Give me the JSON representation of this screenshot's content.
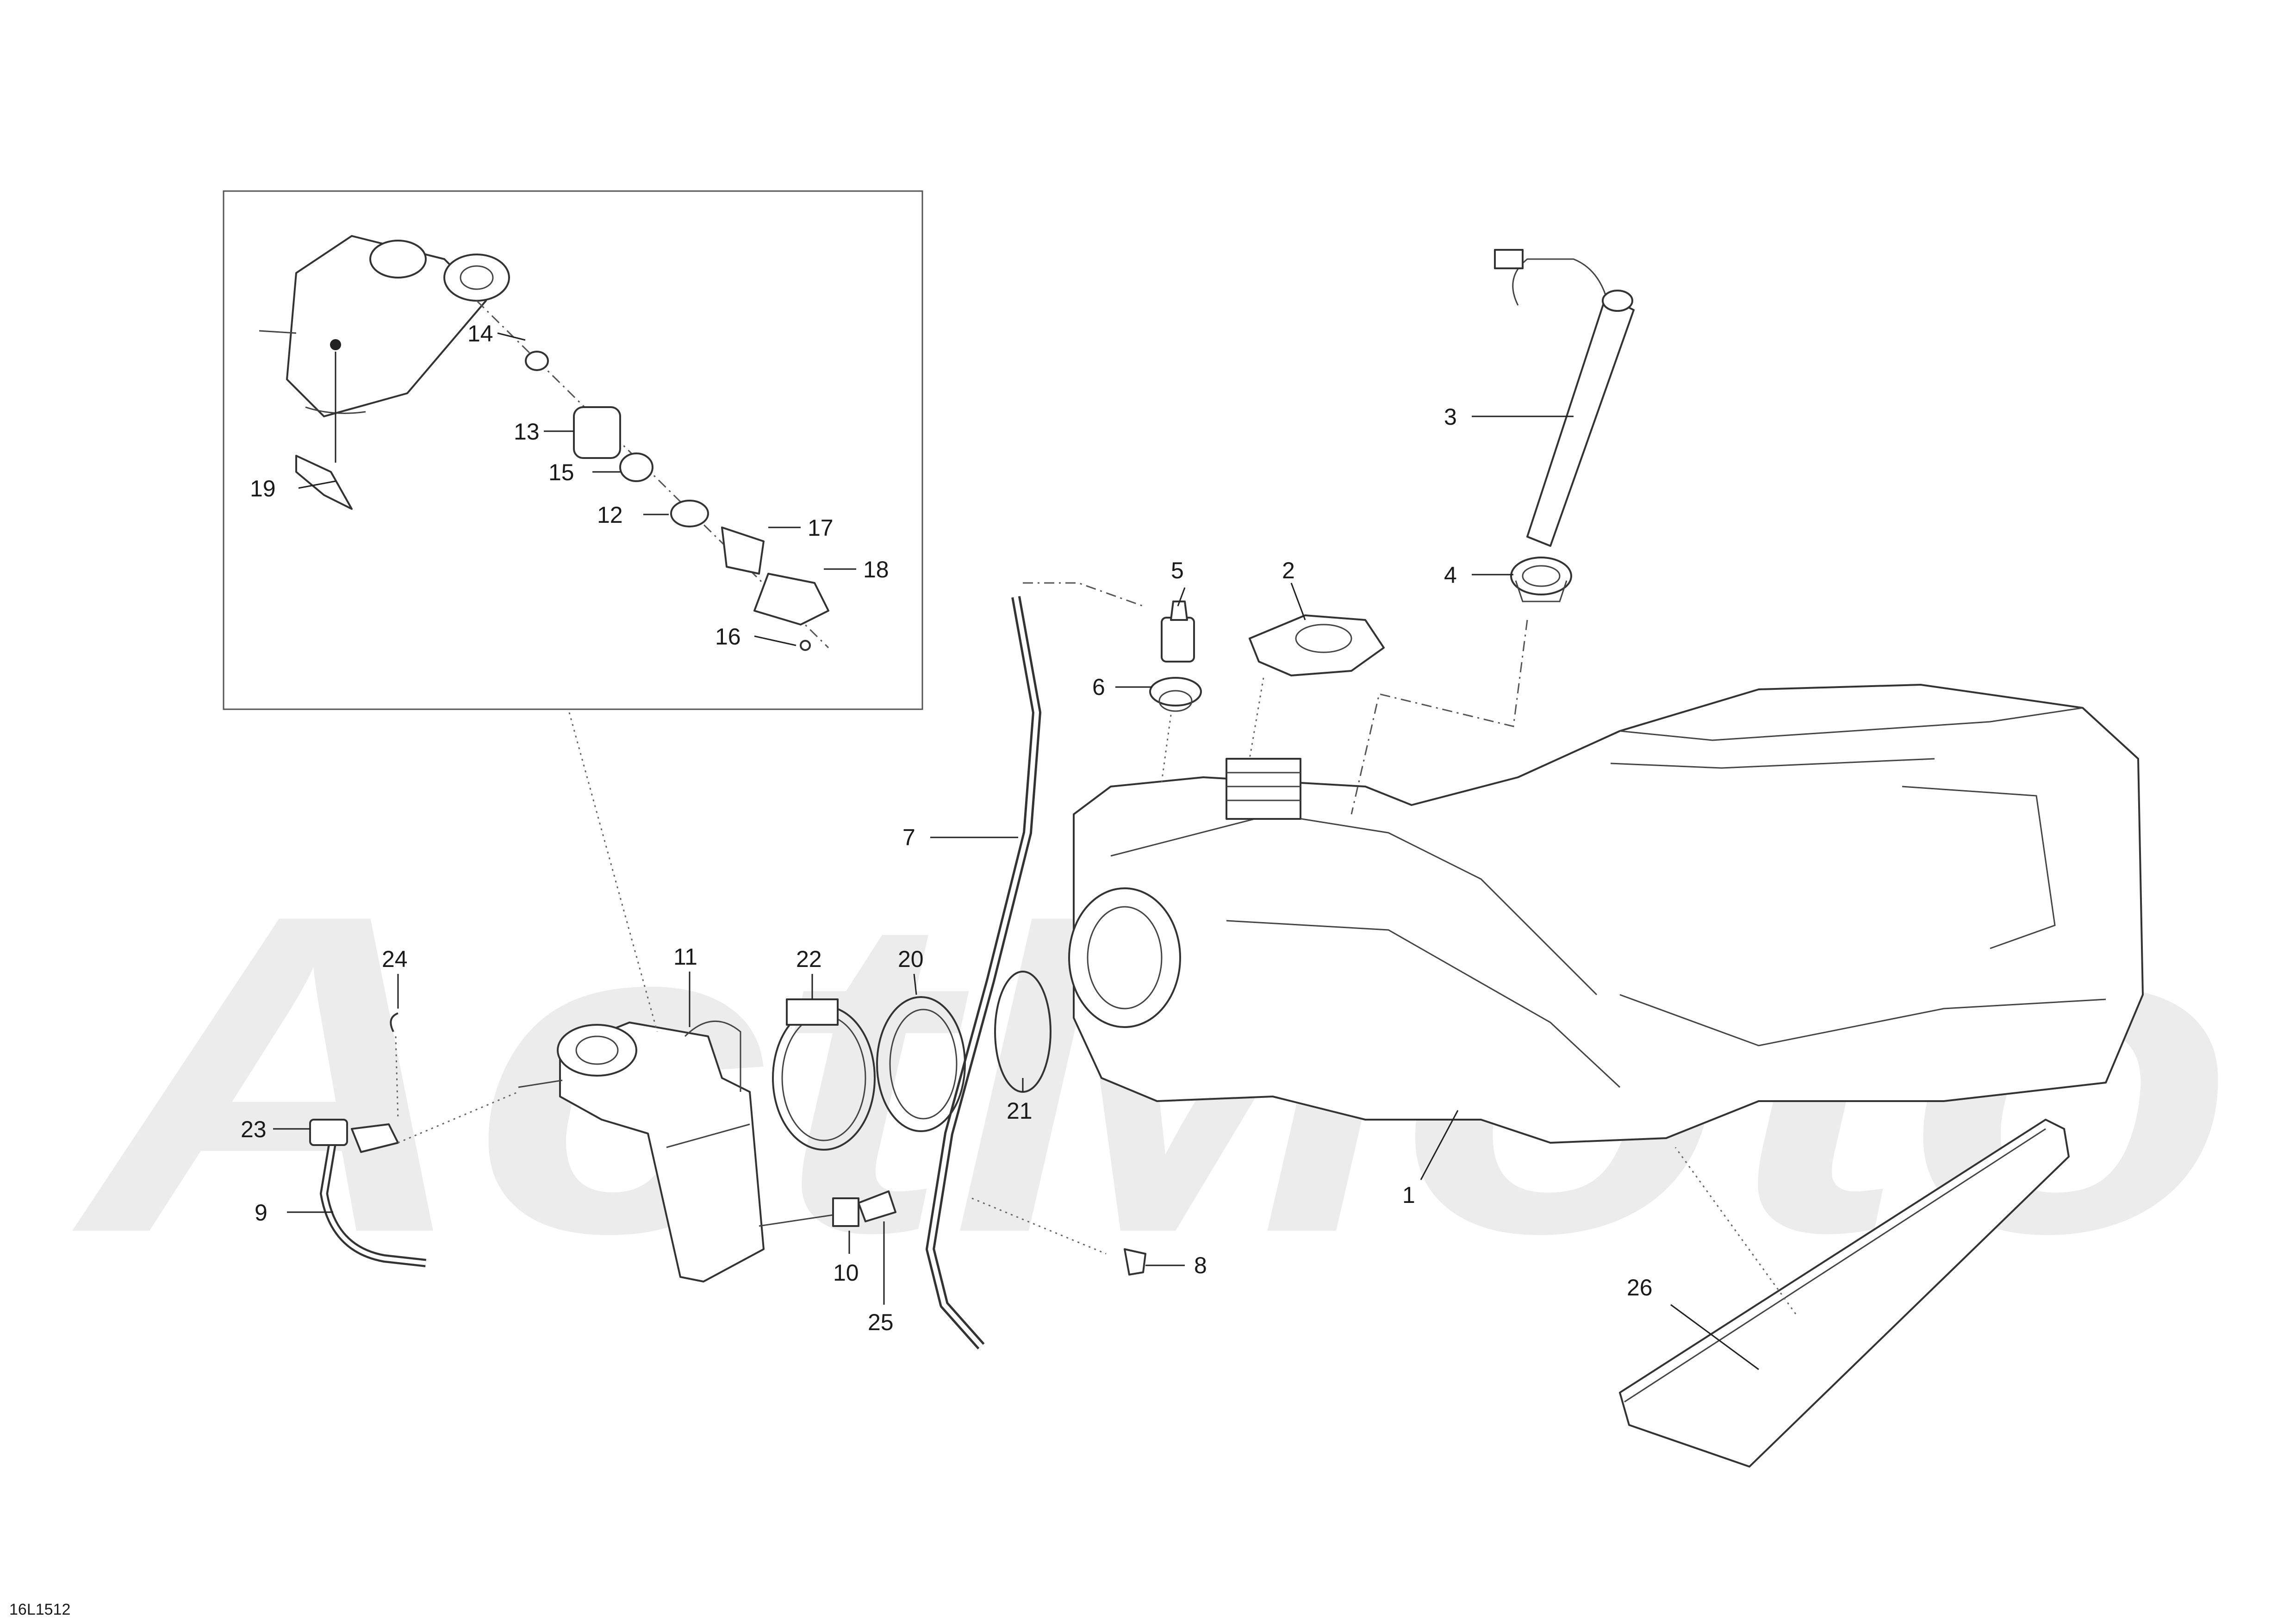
{
  "diagram_code": "16L1512",
  "watermark_text": "ActMoto",
  "colors": {
    "stroke": "#333333",
    "watermark": "#ececec",
    "label": "#1a1a1a"
  },
  "callouts": [
    {
      "id": "1",
      "label": "1"
    },
    {
      "id": "2",
      "label": "2"
    },
    {
      "id": "3",
      "label": "3"
    },
    {
      "id": "4",
      "label": "4"
    },
    {
      "id": "5",
      "label": "5"
    },
    {
      "id": "6",
      "label": "6"
    },
    {
      "id": "7",
      "label": "7"
    },
    {
      "id": "8",
      "label": "8"
    },
    {
      "id": "9",
      "label": "9"
    },
    {
      "id": "10",
      "label": "10"
    },
    {
      "id": "11",
      "label": "11"
    },
    {
      "id": "12",
      "label": "12"
    },
    {
      "id": "13",
      "label": "13"
    },
    {
      "id": "14",
      "label": "14"
    },
    {
      "id": "15",
      "label": "15"
    },
    {
      "id": "16",
      "label": "16"
    },
    {
      "id": "17",
      "label": "17"
    },
    {
      "id": "18",
      "label": "18"
    },
    {
      "id": "19",
      "label": "19"
    },
    {
      "id": "20",
      "label": "20"
    },
    {
      "id": "21",
      "label": "21"
    },
    {
      "id": "22",
      "label": "22"
    },
    {
      "id": "23",
      "label": "23"
    },
    {
      "id": "24",
      "label": "24"
    },
    {
      "id": "25",
      "label": "25"
    },
    {
      "id": "26",
      "label": "26"
    }
  ]
}
